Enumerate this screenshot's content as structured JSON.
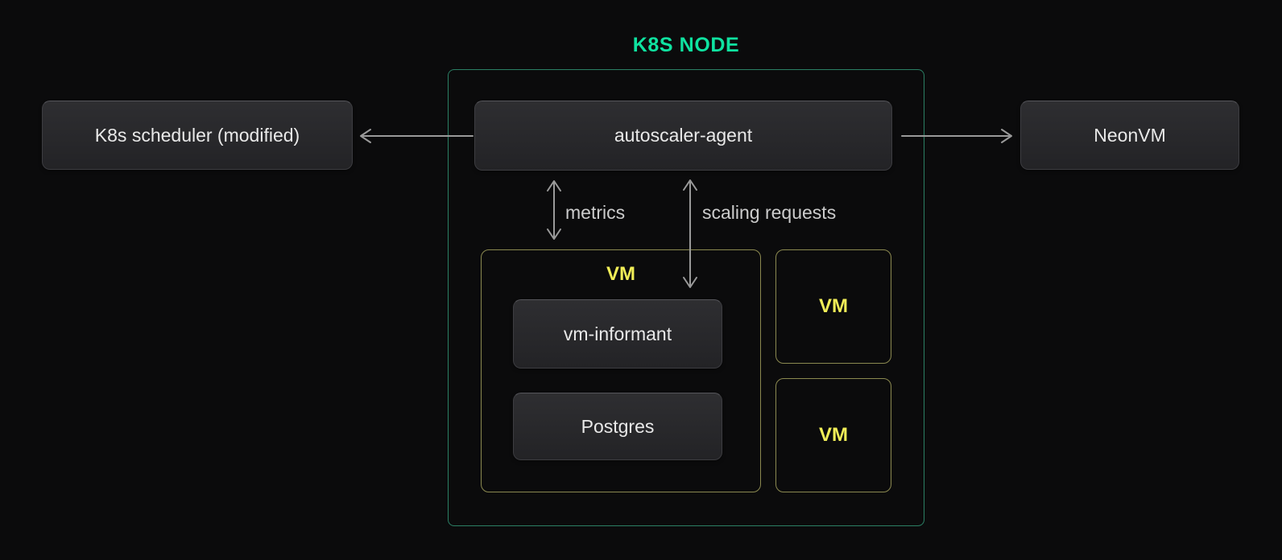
{
  "diagram": {
    "title": "K8S NODE",
    "nodes": {
      "scheduler": {
        "label": "K8s scheduler (modified)"
      },
      "autoscaler": {
        "label": "autoscaler-agent"
      },
      "neonvm": {
        "label": "NeonVM"
      },
      "vm_main": {
        "label": "VM"
      },
      "vm_informant": {
        "label": "vm-informant"
      },
      "postgres": {
        "label": "Postgres"
      },
      "vm_2": {
        "label": "VM"
      },
      "vm_3": {
        "label": "VM"
      }
    },
    "edge_labels": {
      "metrics": "metrics",
      "scaling_requests": "scaling requests"
    },
    "colors": {
      "background": "#0b0b0c",
      "accent_green": "#0fe2a0",
      "container_border_green": "#2b7f64",
      "vm_border_yellow": "#8b8950",
      "vm_text_yellow": "#f1ee57",
      "arrow_gray": "#9a9a9a",
      "edge_label_gray": "#cccccc",
      "node_text": "#e9e9e9",
      "node_fill_top": "#2e2e31",
      "node_fill_bottom": "#232326",
      "node_border": "#3d3d41"
    }
  }
}
